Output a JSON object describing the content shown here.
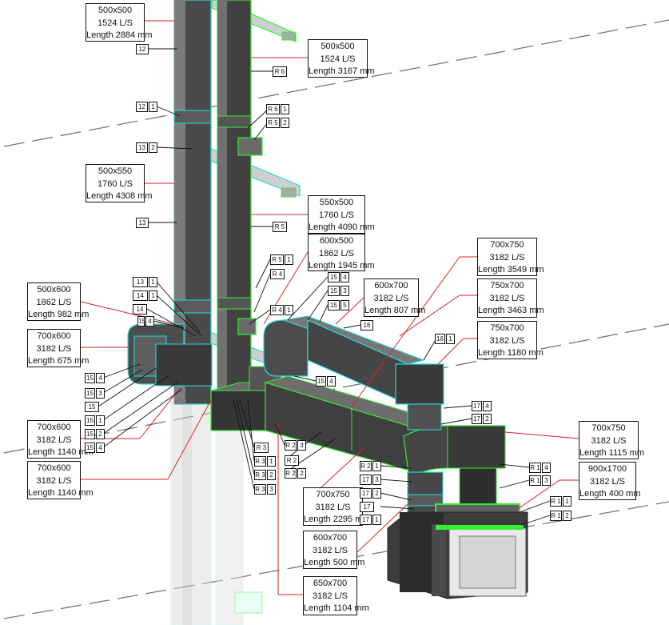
{
  "colors": {
    "duct_dark": "#3c3c3c",
    "duct_mid": "#5a5a5a",
    "duct_light": "#8a8a8a",
    "edge_green": "#33ee33",
    "edge_cyan": "#22dddd",
    "leader_red": "#dd2222",
    "gridline": "#777777"
  },
  "duct_notes": [
    {
      "id": "n1",
      "size": "500x500",
      "flow": "1524 L/S",
      "length": "Length 2884 mm"
    },
    {
      "id": "n2",
      "size": "500x500",
      "flow": "1524 L/S",
      "length": "Length 3167 mm"
    },
    {
      "id": "n3",
      "size": "500x550",
      "flow": "1760 L/S",
      "length": "Length 4308 mm"
    },
    {
      "id": "n4",
      "size": "550x500",
      "flow": "1760 L/S",
      "length": "Length 4090 mm"
    },
    {
      "id": "n5",
      "size": "600x500",
      "flow": "1862 L/S",
      "length": "Length 1945 mm"
    },
    {
      "id": "n6",
      "size": "700x750",
      "flow": "3182 L/S",
      "length": "Length 3549 mm"
    },
    {
      "id": "n7",
      "size": "600x700",
      "flow": "3182 L/S",
      "length": "Length 807 mm"
    },
    {
      "id": "n8",
      "size": "750x700",
      "flow": "3182 L/S",
      "length": "Length 3463 mm"
    },
    {
      "id": "n9",
      "size": "500x600",
      "flow": "1862 L/S",
      "length": "Length 982 mm"
    },
    {
      "id": "n10",
      "size": "750x700",
      "flow": "3182 L/S",
      "length": "Length 1180 mm"
    },
    {
      "id": "n11",
      "size": "700x600",
      "flow": "3182 L/S",
      "length": "Length 675 mm"
    },
    {
      "id": "n12",
      "size": "700x600",
      "flow": "3182 L/S",
      "length": "Length 1140 mm"
    },
    {
      "id": "n13",
      "size": "700x600",
      "flow": "3182 L/S",
      "length": "Length 1140 mm"
    },
    {
      "id": "n14",
      "size": "700x750",
      "flow": "3182 L/S",
      "length": "Length 1115 mm"
    },
    {
      "id": "n15",
      "size": "900x1700",
      "flow": "3182 L/S",
      "length": "Length 400 mm"
    },
    {
      "id": "n16",
      "size": "700x750",
      "flow": "3182 L/S",
      "length": "Length 2295 mm"
    },
    {
      "id": "n17",
      "size": "600x700",
      "flow": "3182 L/S",
      "length": "Length 500 mm"
    },
    {
      "id": "n18",
      "size": "650x700",
      "flow": "3182 L/S",
      "length": "Length 1104 mm"
    }
  ],
  "tags": [
    {
      "id": "t1",
      "a": "12",
      "b": ""
    },
    {
      "id": "t2",
      "a": "R 6",
      "b": ""
    },
    {
      "id": "t3",
      "a": "12",
      "b": "1"
    },
    {
      "id": "t4",
      "a": "R 6",
      "b": "1"
    },
    {
      "id": "t5",
      "a": "R 5",
      "b": "2"
    },
    {
      "id": "t6",
      "a": "13",
      "b": "2"
    },
    {
      "id": "t7",
      "a": "13",
      "b": ""
    },
    {
      "id": "t8",
      "a": "R 5",
      "b": ""
    },
    {
      "id": "t9",
      "a": "R 5",
      "b": "1"
    },
    {
      "id": "t10",
      "a": "R 4",
      "b": ""
    },
    {
      "id": "t11",
      "a": "13",
      "b": "1"
    },
    {
      "id": "t12",
      "a": "14",
      "b": "1"
    },
    {
      "id": "t13",
      "a": "14",
      "b": ""
    },
    {
      "id": "t14",
      "a": "15",
      "b": "4"
    },
    {
      "id": "t15",
      "a": "R 4",
      "b": "1"
    },
    {
      "id": "t16",
      "a": "15",
      "b": "4"
    },
    {
      "id": "t17",
      "a": "15",
      "b": "3"
    },
    {
      "id": "t18",
      "a": "15",
      "b": "5"
    },
    {
      "id": "t19",
      "a": "16",
      "b": ""
    },
    {
      "id": "t20",
      "a": "16",
      "b": "1"
    },
    {
      "id": "t21",
      "a": "15",
      "b": "4"
    },
    {
      "id": "t22",
      "a": "15",
      "b": "3"
    },
    {
      "id": "t23",
      "a": "15",
      "b": ""
    },
    {
      "id": "t24",
      "a": "15",
      "b": "1"
    },
    {
      "id": "t25",
      "a": "15",
      "b": "2"
    },
    {
      "id": "t26",
      "a": "15",
      "b": "4"
    },
    {
      "id": "t27",
      "a": "15",
      "b": "4"
    },
    {
      "id": "t28",
      "a": "17",
      "b": "4"
    },
    {
      "id": "t29",
      "a": "17",
      "b": "2"
    },
    {
      "id": "t30",
      "a": "R 3",
      "b": ""
    },
    {
      "id": "t31",
      "a": "R 2",
      "b": "3"
    },
    {
      "id": "t32",
      "a": "R 3",
      "b": "1"
    },
    {
      "id": "t33",
      "a": "R 2",
      "b": ""
    },
    {
      "id": "t34",
      "a": "R 3",
      "b": "2"
    },
    {
      "id": "t35",
      "a": "R 2",
      "b": "2"
    },
    {
      "id": "t36",
      "a": "R 3",
      "b": "3"
    },
    {
      "id": "t37",
      "a": "R 2",
      "b": "1"
    },
    {
      "id": "t38",
      "a": "17",
      "b": "3"
    },
    {
      "id": "t39",
      "a": "17",
      "b": "2"
    },
    {
      "id": "t40",
      "a": "17",
      "b": ""
    },
    {
      "id": "t41",
      "a": "17",
      "b": "1"
    },
    {
      "id": "t42",
      "a": "R 1",
      "b": "4"
    },
    {
      "id": "t43",
      "a": "R 1",
      "b": "3"
    },
    {
      "id": "t44",
      "a": "R 1",
      "b": "1"
    },
    {
      "id": "t45",
      "a": "R 1",
      "b": "2"
    }
  ]
}
